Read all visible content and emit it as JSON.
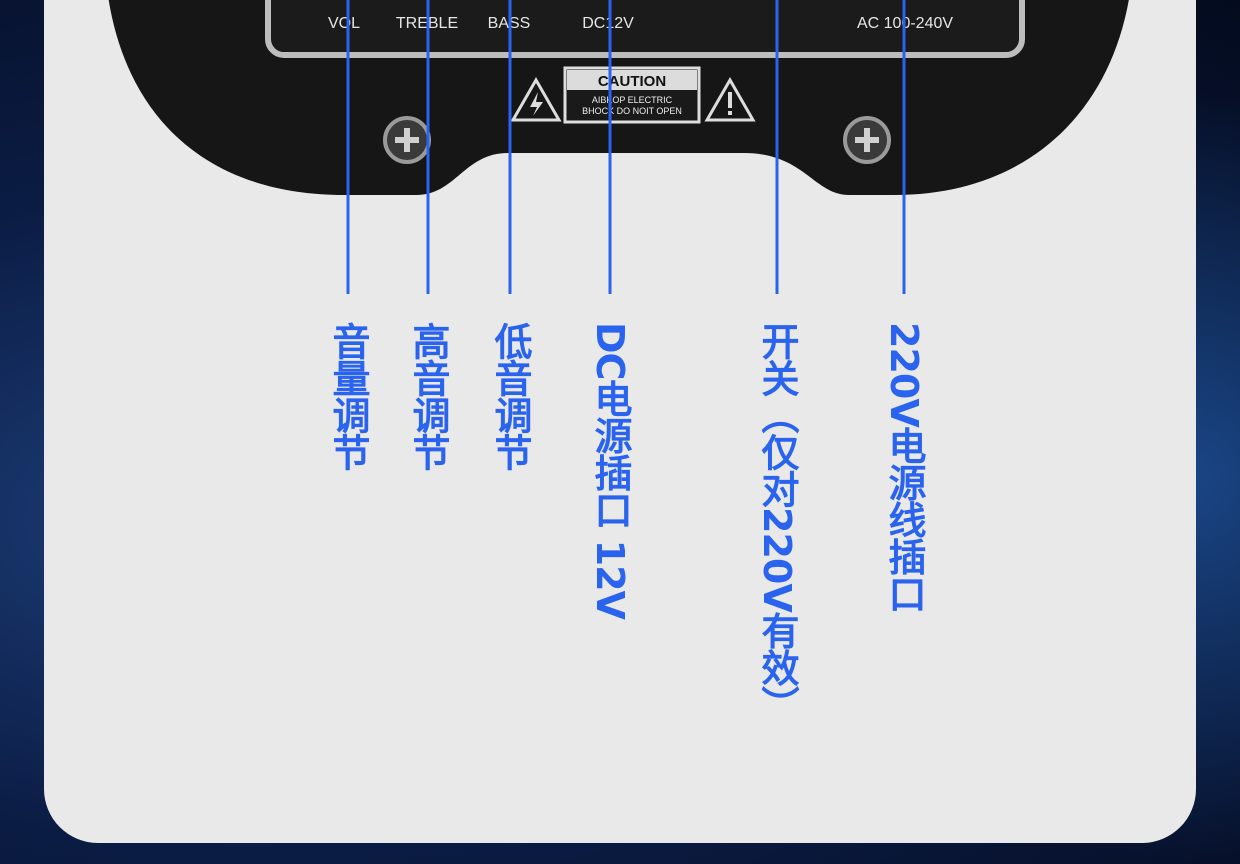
{
  "panel": {
    "labels": {
      "vol": "VOL",
      "treble": "TREBLE",
      "bass": "BASS",
      "dc": "DC12V",
      "ac": "AC 100-240V"
    },
    "caution": {
      "title": "CAUTION",
      "line1": "AIBKOP ELECTRIC",
      "line2": "BHOCK DO NOIT OPEN"
    },
    "icons": [
      "lightning-warning-icon",
      "exclamation-warning-icon",
      "screw-icon"
    ]
  },
  "callouts": [
    {
      "id": "vol",
      "text": "音量调节"
    },
    {
      "id": "treble",
      "text": "高音调节"
    },
    {
      "id": "bass",
      "text": "低音调节"
    },
    {
      "id": "dc",
      "text": "DC电源插口 12V"
    },
    {
      "id": "switch",
      "text": "开关（仅对220V有效）"
    },
    {
      "id": "ac",
      "text": "220V电源线插口"
    }
  ],
  "colors": {
    "accent": "#2a64ee",
    "panel": "#111111",
    "card": "#e9e9e9"
  }
}
